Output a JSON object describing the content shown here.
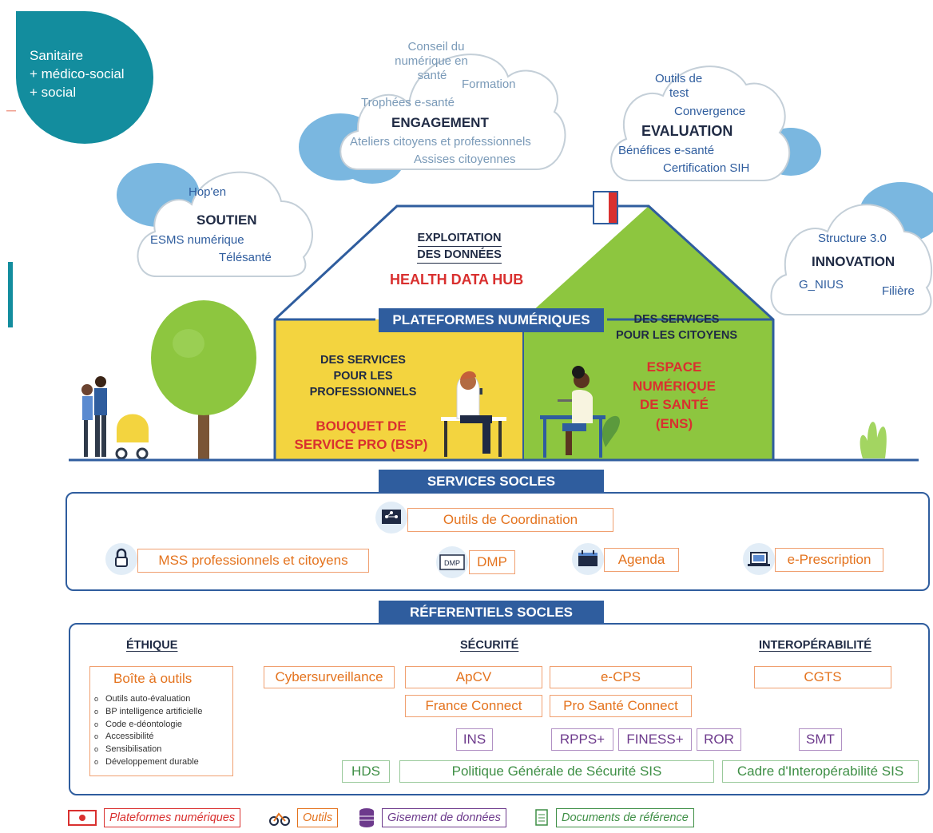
{
  "badge": {
    "lines": [
      "Sanitaire",
      "+ médico-social",
      "+ social"
    ]
  },
  "clouds": {
    "engagement": {
      "items": [
        "Conseil du",
        "numérique en",
        "santé",
        "Formation",
        "Trophées e-santé",
        "Ateliers citoyens et professionnels",
        "Assises citoyennes"
      ],
      "title": "ENGAGEMENT"
    },
    "evaluation": {
      "items": [
        "Outils de",
        "test",
        "Convergence",
        "Bénéfices e-santé",
        "Certification SIH"
      ],
      "title": "EVALUATION"
    },
    "soutien": {
      "items": [
        "Hop'en",
        "ESMS numérique",
        "Télésanté"
      ],
      "title": "SOUTIEN"
    },
    "innovation": {
      "items": [
        "Structure 3.0",
        "G_NIUS",
        "Filière"
      ],
      "title": "INNOVATION"
    }
  },
  "house": {
    "roof_lines": [
      "EXPLOITATION",
      "DES DONNÉES"
    ],
    "roof_red": "HEALTH DATA HUB",
    "platform_banner": "PLATEFORMES NUMÉRIQUES",
    "pro": {
      "lines": [
        "DES SERVICES",
        "POUR LES",
        "PROFESSIONNELS"
      ],
      "red": [
        "BOUQUET DE",
        "SERVICE PRO (BSP)"
      ]
    },
    "citizens": {
      "lines": [
        "DES SERVICES",
        "POUR LES CITOYENS"
      ],
      "red": [
        "ESPACE",
        "NUMÉRIQUE",
        "DE SANTÉ",
        "(ENS)"
      ]
    }
  },
  "services": {
    "title": "SERVICES SOCLES",
    "coordination": "Outils de Coordination",
    "mss": "MSS professionnels et citoyens",
    "dmp_icon": "DMP",
    "dmp": "DMP",
    "agenda": "Agenda",
    "eprescription": "e-Prescription"
  },
  "referentiels": {
    "title": "RÉFERENTIELS SOCLES",
    "ethique": {
      "head": "ÉTHIQUE",
      "box": "Boîte à outils",
      "items": [
        "Outils auto-évaluation",
        "BP intelligence artificielle",
        "Code e-déontologie",
        "Accessibilité",
        "Sensibilisation",
        "Développement durable"
      ]
    },
    "securite": {
      "head": "SÉCURITÉ"
    },
    "interop": {
      "head": "INTEROPÉRABILITÉ"
    },
    "orange": {
      "cyber": "Cybersurveillance",
      "apcv": "ApCV",
      "ecps": "e-CPS",
      "cgts": "CGTS",
      "franceconnect": "France Connect",
      "prosante": "Pro Santé Connect"
    },
    "purple": {
      "ins": "INS",
      "rpps": "RPPS+",
      "finess": "FINESS+",
      "ror": "ROR",
      "smt": "SMT"
    },
    "green": {
      "hds": "HDS",
      "pgssi": "Politique Générale de Sécurité SIS",
      "cadre": "Cadre d'Interopérabilité SIS"
    }
  },
  "legend": {
    "platforms": "Plateformes numériques",
    "tools": "Outils",
    "data": "Gisement de données",
    "docs": "Documents de référence"
  },
  "colors": {
    "navy": "#2f5d9e",
    "teal": "#138d9e",
    "yellow": "#f3d43f",
    "green": "#8dc63f",
    "red": "#d9302f",
    "orange": "#e4731e",
    "purple": "#6d3a8c",
    "dark_green": "#3f8f46"
  },
  "icons": [
    "lock-icon",
    "dmp-icon",
    "agenda-icon",
    "laptop-icon",
    "network-icon",
    "bike-icon",
    "database-icon",
    "document-icon",
    "screen-icon",
    "flag-icon"
  ]
}
